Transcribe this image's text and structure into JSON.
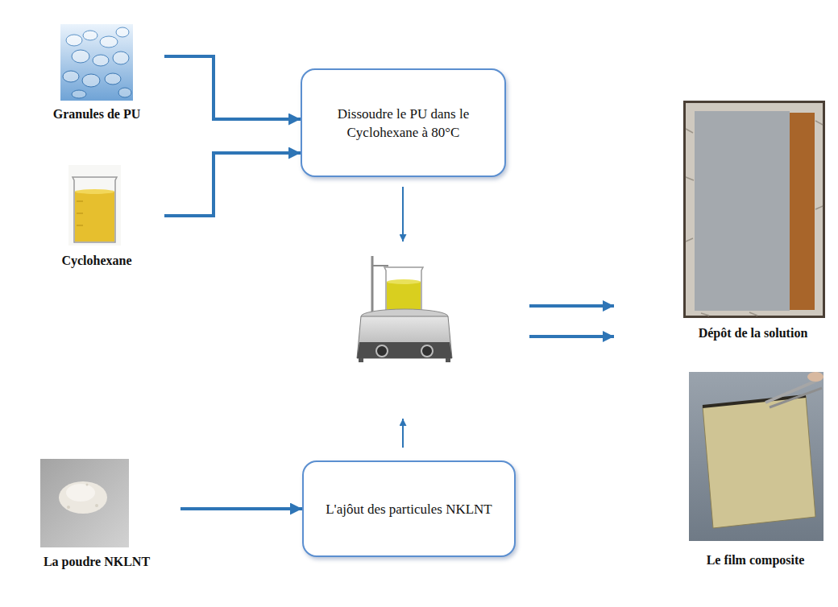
{
  "diagram": {
    "nodes": [
      {
        "text": [
          "Granules de PU"
        ]
      },
      {
        "text": [
          "Cyclohexane"
        ]
      },
      {
        "text": [
          "Dissoudre le PU dans le Cyclohexane à 80°C"
        ]
      },
      {
        "text": [
          "La poudre NKLNT"
        ]
      },
      {
        "text": [
          "L'ajôut des particules NKLNT"
        ]
      },
      {
        "text": [
          "Dépôt de la solution"
        ]
      },
      {
        "text": [
          "Le film composite"
        ]
      }
    ],
    "edges": [
      {
        "from": 0,
        "to": 2,
        "arrow": "to"
      },
      {
        "from": 1,
        "to": 2,
        "arrow": "to"
      },
      {
        "from": 3,
        "to": 4,
        "arrow": "to"
      }
    ]
  }
}
